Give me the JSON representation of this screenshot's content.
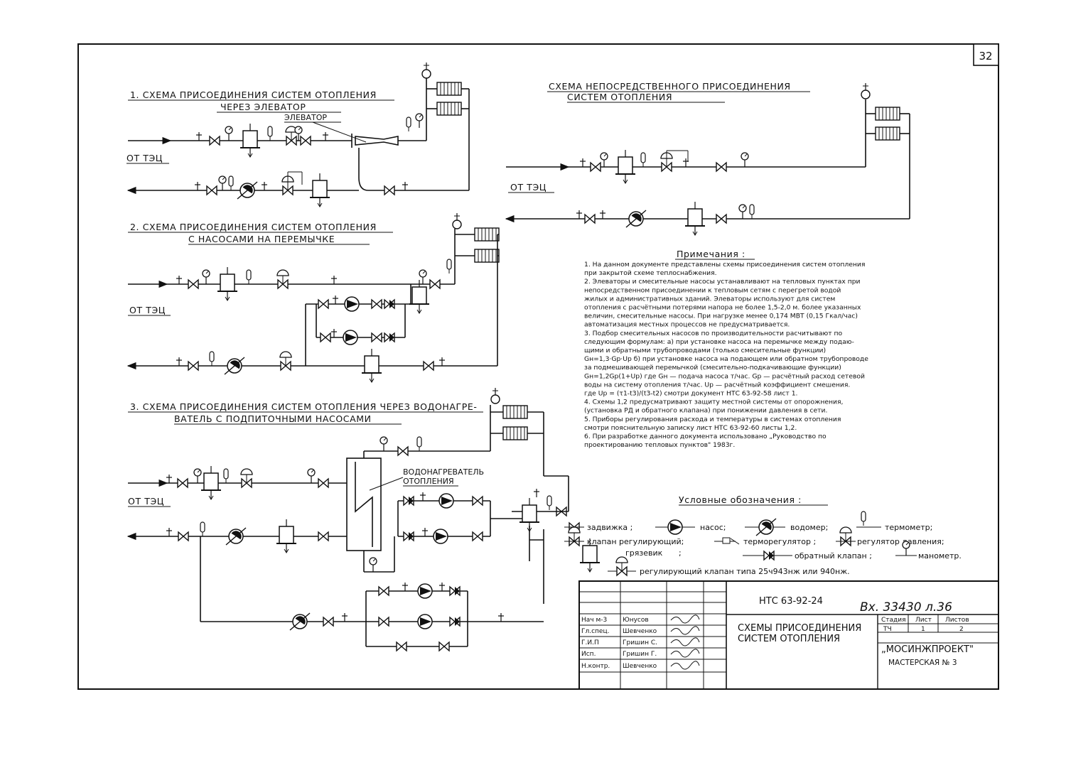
{
  "sheet": {
    "page_number": "32",
    "doc_code": "НТС 63-92-24",
    "inv_number": "Вх. 33430 л.36",
    "title_line1": "СХЕМЫ ПРИСОЕДИНЕНИЯ",
    "title_line2": "СИСТЕМ ОТОПЛЕНИЯ",
    "org": "„МОСИНЖПРОЕКТ\"",
    "workshop": "МАСТЕРСКАЯ № 3",
    "stage_hdr": "Стадия",
    "sheet_hdr": "Лист",
    "sheets_hdr": "Листов",
    "stage_val": "ТЧ",
    "sheet_val": "1",
    "sheets_val": "2",
    "people": [
      {
        "role": "Нач м-3",
        "name": "Юнусов"
      },
      {
        "role": "Гл.спец.",
        "name": "Шевченко"
      },
      {
        "role": "Г.И.П",
        "name": "Гришин С."
      },
      {
        "role": "Исп.",
        "name": "Гришин Г."
      },
      {
        "role": "Н.контр.",
        "name": "Шевченко"
      }
    ]
  },
  "scheme1": {
    "title1": "1. СХЕМА ПРИСОЕДИНЕНИЯ СИСТЕМ ОТОПЛЕНИЯ",
    "title2": "ЧЕРЕЗ ЭЛЕВАТОР",
    "elevator": "ЭЛЕВАТОР",
    "source": "ОТ ТЭЦ"
  },
  "scheme2": {
    "title1": "2. СХЕМА ПРИСОЕДИНЕНИЯ СИСТЕМ ОТОПЛЕНИЯ",
    "title2": "С НАСОСАМИ НА ПЕРЕМЫЧКЕ",
    "source": "ОТ ТЭЦ"
  },
  "scheme3": {
    "title1": "3. СХЕМА ПРИСОЕДИНЕНИЯ СИСТЕМ ОТОПЛЕНИЯ ЧЕРЕЗ ВОДОНАГРЕ-",
    "title2": "ВАТЕЛЬ С ПОДПИТОЧНЫМИ НАСОСАМИ",
    "heater1": "ВОДОНАГРЕВАТЕЛЬ",
    "heater2": "ОТОПЛЕНИЯ",
    "source": "ОТ ТЭЦ"
  },
  "scheme4": {
    "title1": "СХЕМА НЕПОСРЕДСТВЕННОГО ПРИСОЕДИНЕНИЯ",
    "title2": "СИСТЕМ ОТОПЛЕНИЯ",
    "source": "ОТ ТЭЦ"
  },
  "notes": {
    "heading": "Примечания :",
    "lines": [
      "1. На данном документе представлены схемы присоединения систем отопления",
      "при закрытой схеме теплоснабжения.",
      "2. Элеваторы и смесительные насосы устанавливают на тепловых пунктах при",
      "непосредственном присоединении к тепловым сетям с перегретой водой",
      "жилых и административных зданий. Элеваторы используют для систем",
      "отопления с расчётными потерями напора не более 1,5-2,0 м. более указанных",
      "величин, смесительные насосы. При нагрузке менее 0,174 МВТ (0,15 Гкал/час)",
      "автоматизация местных процессов не предусматривается.",
      "3. Подбор смесительных насосов по производительности расчитывают по",
      "следующим формулам: а) при установке насоса на перемычке между подаю-",
      "щими и обратными трубопроводами (только смесительные функции)",
      "Gн=1,3·Gр·Uр б) при установке насоса на подающем или обратном трубопроводе",
      "за подмешивающей перемычкой (смесительно-подкачивающие функции)",
      "Gн=1,2Gр(1+Uр) где Gн — подача насоса т/час. Gр — расчётный расход сетевой",
      "воды на систему отопления т/час. Uр — расчётный коэффициент смешения.",
      "где Uр = (τ1-t3)/(t3-t2) смотри документ НТС 63-92-58 лист 1.",
      "4. Схемы 1,2 предусматривают защиту местной системы от опорожнения,",
      "(установка РД и обратного клапана) при понижении давления в сети.",
      "5. Приборы регулирования расхода и температуры в системах отопления",
      "смотри пояснительную записку лист НТС 63-92-60 листы 1,2.",
      "6. При разработке данного документа использовано „Руководство по",
      "проектированию тепловых пунктов\" 1983г."
    ]
  },
  "legend": {
    "heading": "Условные обозначения :",
    "valve": "задвижка ;",
    "pump": "насос;",
    "meter": "водомер;",
    "thermometer": "термометр;",
    "reg_valve": "клапан регулирующий;",
    "thermoregulator": "терморегулятор ;",
    "pressure_reg": "регулятор давления;",
    "strainer": "грязевик",
    "semicolon": ";",
    "check_valve": "обратный клапан ;",
    "manometer": "манометр.",
    "reg_valve_type": "регулирующий клапан типа 25ч943нж или 940нж."
  }
}
